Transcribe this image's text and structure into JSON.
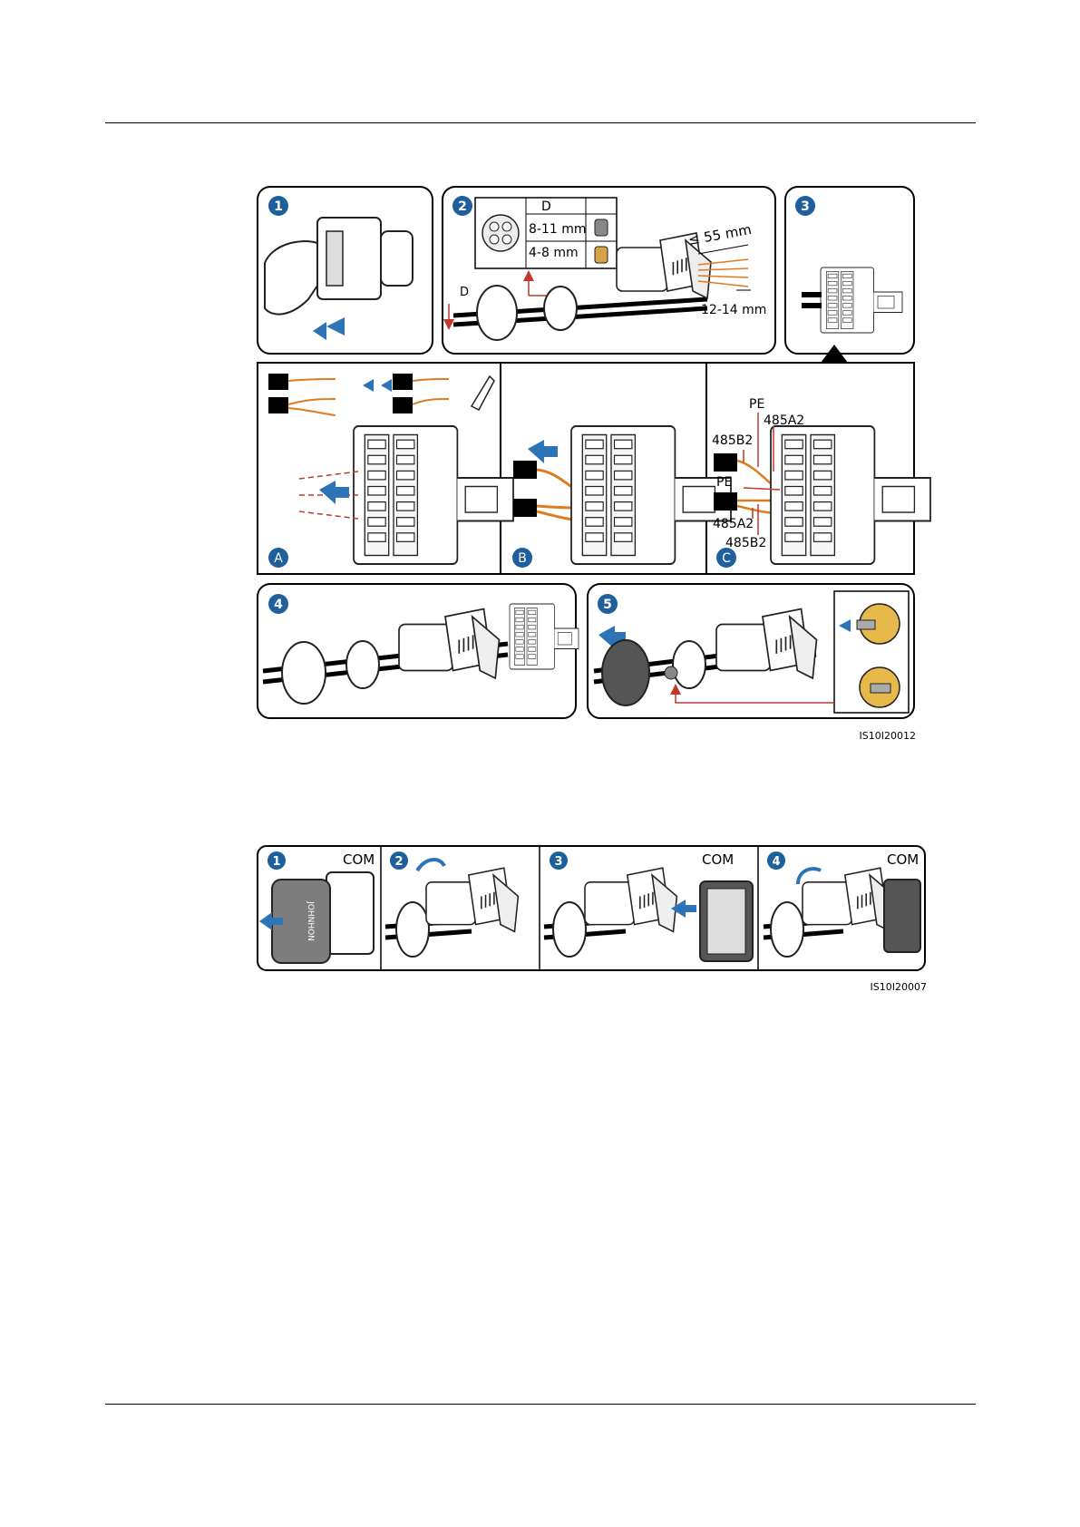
{
  "figure1": {
    "steps": [
      {
        "num": "1"
      },
      {
        "num": "2"
      },
      {
        "num": "3"
      },
      {
        "num": "4"
      },
      {
        "num": "5"
      }
    ],
    "sub_steps": [
      "A",
      "B",
      "C"
    ],
    "step2": {
      "table_header": "D",
      "rows": [
        "8-11 mm",
        "4-8 mm"
      ],
      "d_label": "D",
      "strip_length": "≤ 55 mm",
      "strip_short": "12-14 mm"
    },
    "stepC": {
      "labels": [
        "PE",
        "485A2",
        "485B2",
        "PE",
        "485A2",
        "485B2"
      ]
    },
    "figure_id": "IS10I20012"
  },
  "figure2": {
    "steps": [
      {
        "num": "1",
        "port": "COM"
      },
      {
        "num": "2",
        "port": ""
      },
      {
        "num": "3",
        "port": "COM"
      },
      {
        "num": "4",
        "port": "COM"
      }
    ],
    "cap_brand": "JOHNHON",
    "figure_id": "IS10I20007"
  },
  "colors": {
    "step_badge": "#1f5f9c",
    "arrow": "#2c74b5",
    "wire_orange": "#e07a1f",
    "dimension_red": "#c0392b",
    "frame": "#000000"
  }
}
